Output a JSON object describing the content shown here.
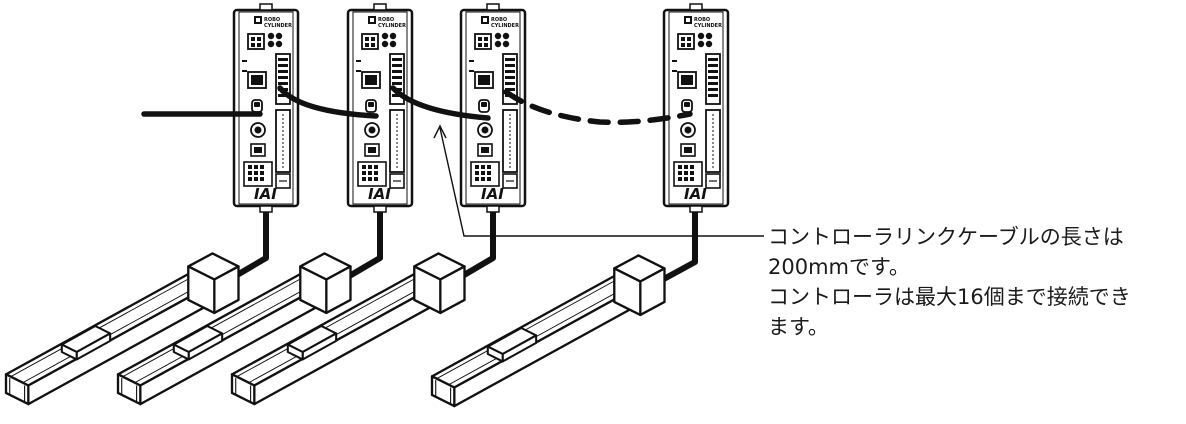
{
  "controllers": [
    {
      "brand_top": "ROBO",
      "brand_bottom": "CYLINDER",
      "logo": "IAI"
    },
    {
      "brand_top": "ROBO",
      "brand_bottom": "CYLINDER",
      "logo": "IAI"
    },
    {
      "brand_top": "ROBO",
      "brand_bottom": "CYLINDER",
      "logo": "IAI"
    },
    {
      "brand_top": "ROBO",
      "brand_bottom": "CYLINDER",
      "logo": "IAI"
    }
  ],
  "note": {
    "line1": "コントローラリンクケーブルの長さは",
    "line2": "200mmです。",
    "line3": "コントローラは最大16個まで接続でき",
    "line4": "ます。"
  }
}
